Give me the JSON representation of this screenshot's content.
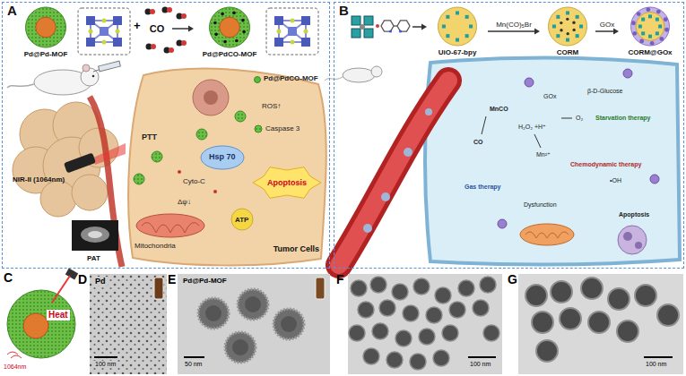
{
  "diagram": {
    "nodes": [
      {
        "text": [
          "A"
        ]
      },
      {
        "text": [
          "Pd@Pd-MOF"
        ],
        "in": 0
      },
      {
        "text": [
          "CO"
        ],
        "in": 0
      },
      {
        "text": [
          "Pd@PdCO-MOF"
        ],
        "in": 0
      },
      {
        "text": [
          "Tumor Cells"
        ],
        "in": 0
      },
      {
        "text": [
          "B"
        ]
      },
      {
        "text": [
          "UiO-67-bpy"
        ],
        "in": 5
      },
      {
        "text": [
          "CORM"
        ],
        "in": 5
      },
      {
        "text": [
          "CORM@GOx"
        ],
        "in": 5
      }
    ],
    "edges": [
      {
        "from": 2,
        "to": 3,
        "arrow": "to"
      },
      {
        "from": 6,
        "to": 7,
        "label": "Mn(CO)₅Br",
        "arrow": "to"
      },
      {
        "from": 7,
        "to": 8,
        "label": "GOx",
        "arrow": "to"
      }
    ],
    "labels": [
      "+",
      "ROS↑",
      "Caspase 3",
      "PTT",
      "Hsp 70",
      "Cyto-C",
      "Apoptosis",
      "NIR-II (1064nm)",
      "Δψ↓",
      "ATP",
      "Mitochondria",
      "PAT",
      "MnCO",
      "GOx",
      "β-D-Glucose",
      "H₂O₂ +H⁺",
      "CO",
      "O₂",
      "Starvation therapy",
      "Mn²⁺",
      "Chemodynamic therapy",
      "•OH",
      "Gas therapy",
      "Dysfunction",
      "Apoptosis",
      "C",
      "Heat",
      "1064nm",
      "D",
      "Pd",
      "100 nm",
      "E",
      "Pd@Pd-MOF",
      "50 nm",
      "F",
      "100 nm",
      "G",
      "100 nm"
    ],
    "legend": [
      {
        "text": "Pd@PdCO-MOF",
        "color": "#5cb83c"
      }
    ]
  }
}
